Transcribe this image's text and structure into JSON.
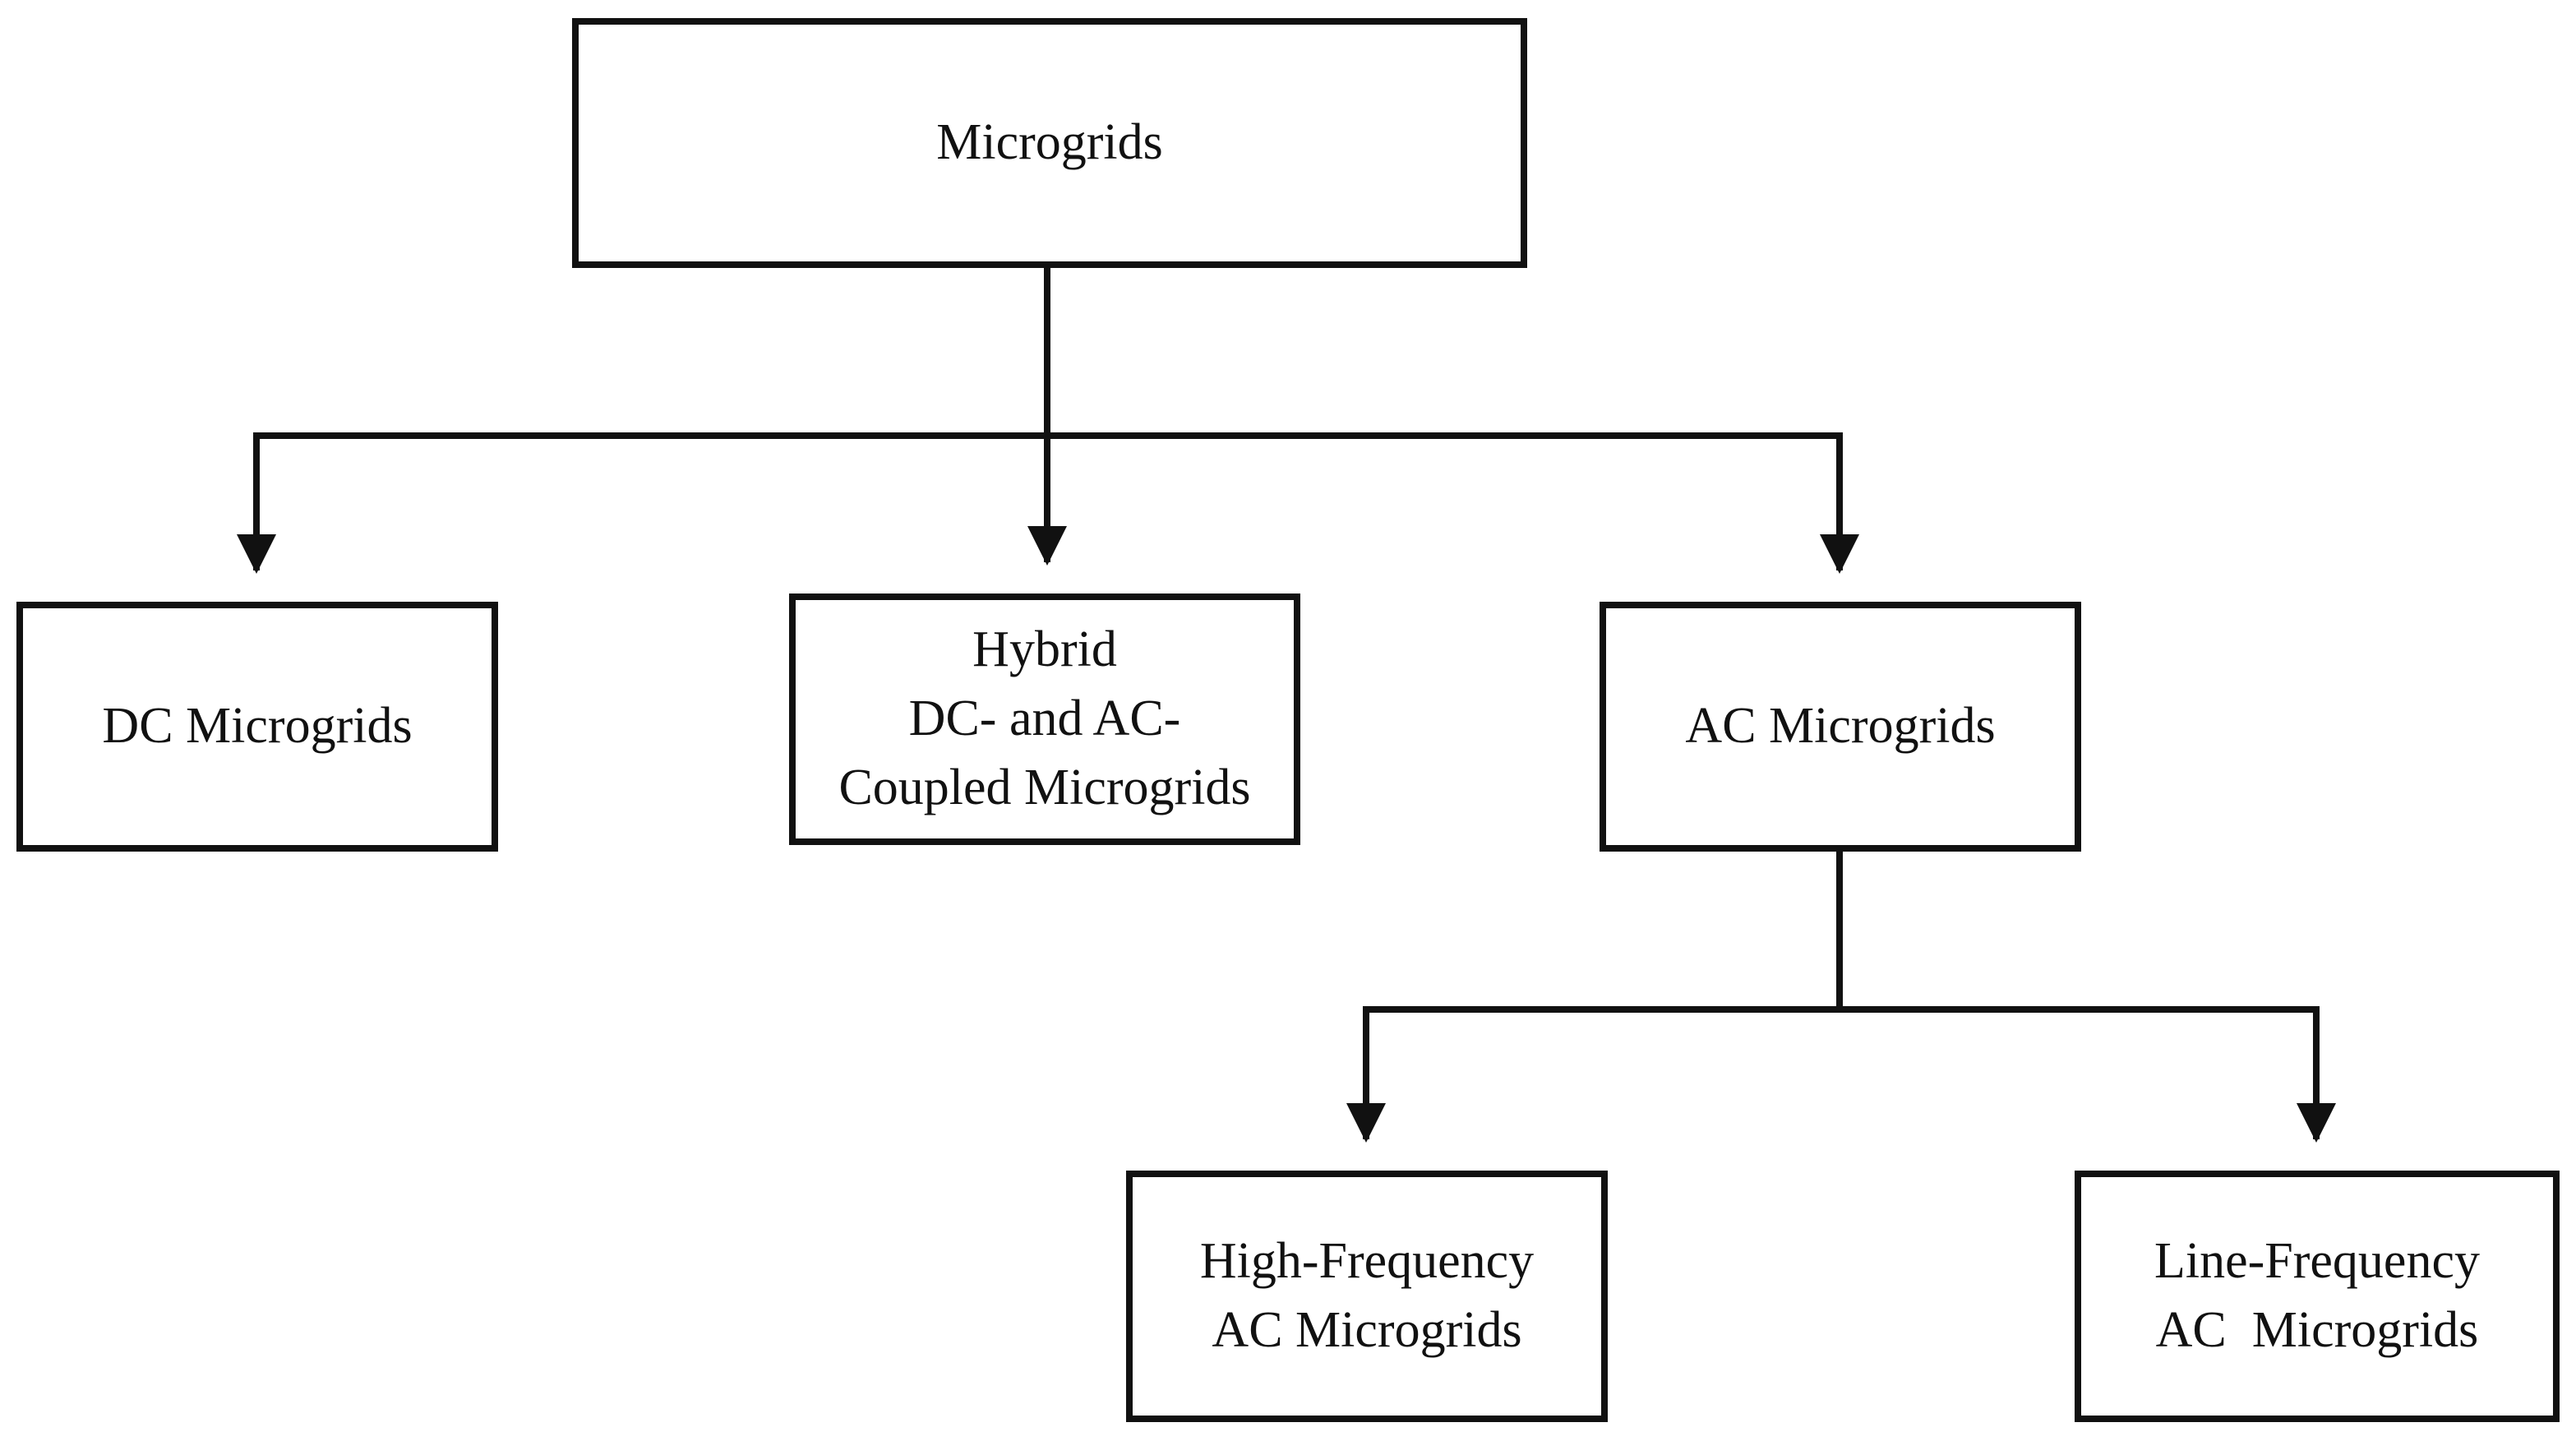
{
  "diagram": {
    "root": {
      "label": "Microgrids"
    },
    "dc": {
      "label": "DC Microgrids"
    },
    "hybrid": {
      "lines": [
        "Hybrid",
        "DC- and AC-",
        "Coupled Microgrids"
      ]
    },
    "ac": {
      "label": "AC Microgrids"
    },
    "high_frequency": {
      "lines": [
        "High-Frequency",
        "AC Microgrids"
      ]
    },
    "line_frequency": {
      "lines": [
        "Line-Frequency",
        "AC  Microgrids"
      ]
    }
  },
  "colors": {
    "stroke": "#111111",
    "background": "#ffffff"
  }
}
